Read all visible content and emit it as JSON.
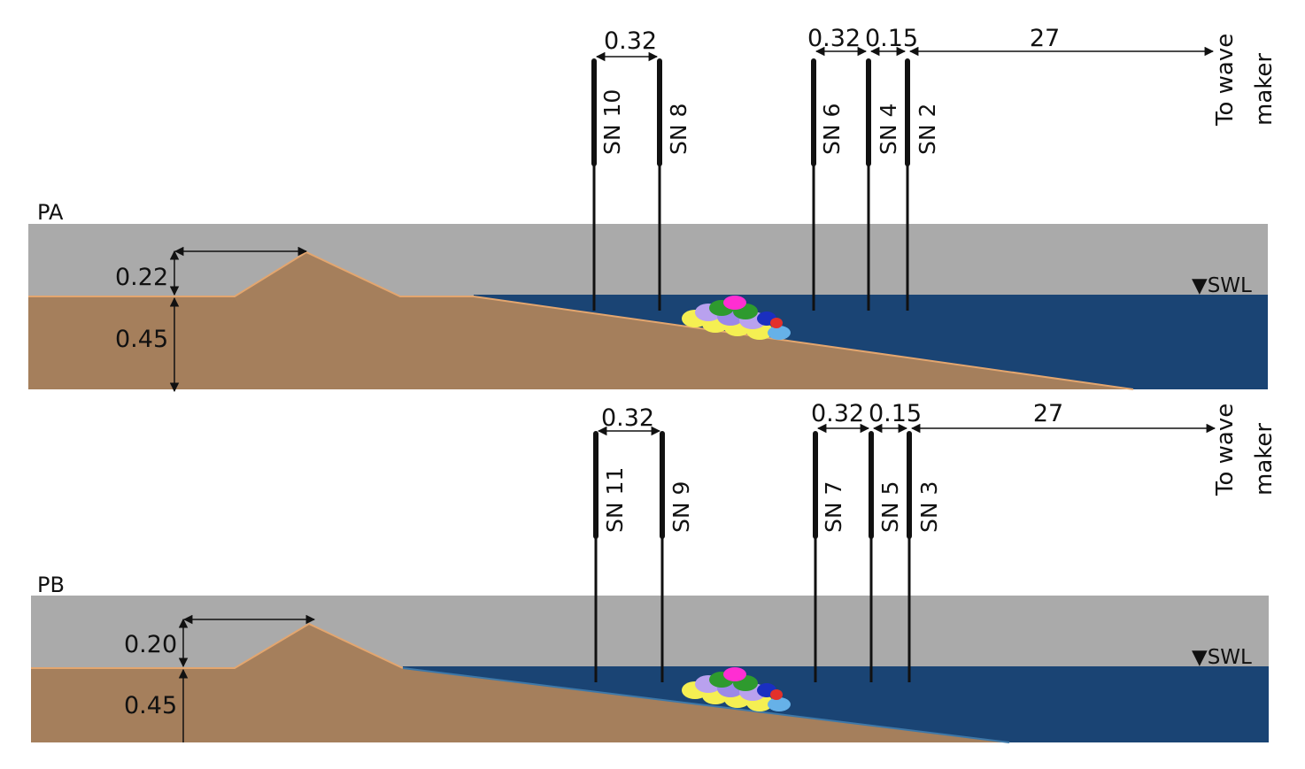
{
  "colors": {
    "air": "#aaaaaa",
    "sediment": "#a57f5c",
    "sediment_edge": "#e3a66f",
    "water": "#1a4474",
    "gauge": "#111111",
    "armour": [
      "#f5ef52",
      "#b9a1ee",
      "#9c88e8",
      "#2e9a2e",
      "#ff2ed2",
      "#1a2fc0",
      "#e3302a",
      "#66b1e8"
    ]
  },
  "panel_a": {
    "label": "PA",
    "swl": "▼SWL",
    "crest_height": "0.22",
    "base_depth": "0.45",
    "spacing_far": "0.32",
    "spacing_mid": "0.32",
    "spacing_near": "0.15",
    "to_wave_maker_distance": "27",
    "wave_maker_line1": "To wave",
    "wave_maker_line2": "maker",
    "gauges": [
      "SN 10",
      "SN 8",
      "SN 6",
      "SN 4",
      "SN 2"
    ]
  },
  "panel_b": {
    "label": "PB",
    "swl": "▼SWL",
    "crest_height": "0.20",
    "base_depth": "0.45",
    "spacing_far": "0.32",
    "spacing_mid": "0.32",
    "spacing_near": "0.15",
    "to_wave_maker_distance": "27",
    "wave_maker_line1": "To wave",
    "wave_maker_line2": "maker",
    "gauges": [
      "SN 11",
      "SN 9",
      "SN 7",
      "SN 5",
      "SN 3"
    ]
  }
}
